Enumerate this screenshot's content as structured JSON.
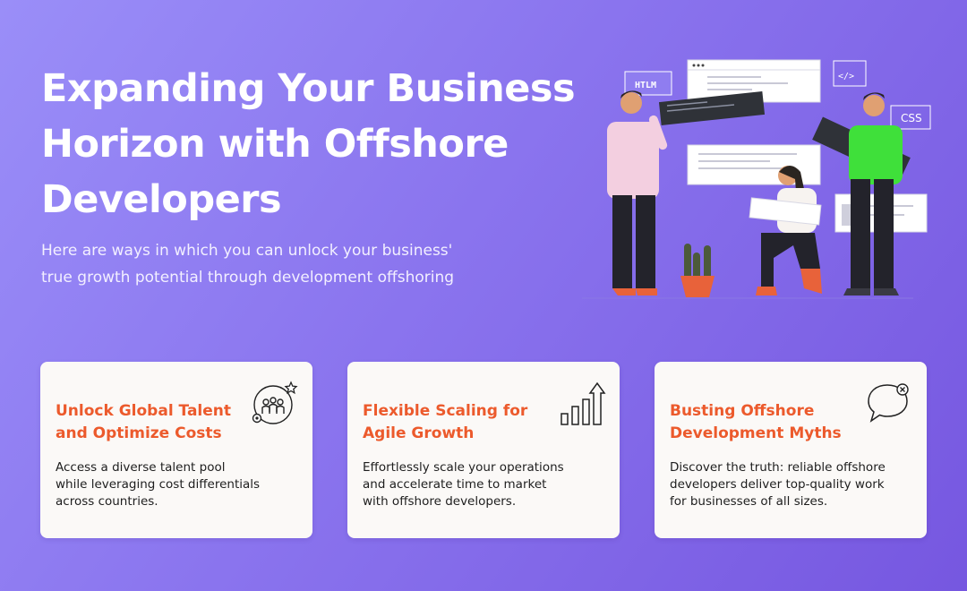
{
  "hero": {
    "title_lines": [
      "Expanding Your Business",
      "Horizon with Offshore",
      "Developers"
    ],
    "subtitle_lines": [
      "Here are ways in which you can unlock your business'",
      "true growth potential through development offshoring"
    ]
  },
  "illustration": {
    "htlm_label": "HTLM",
    "css_label": "CSS",
    "code_label": "</>"
  },
  "cards": [
    {
      "title_lines": [
        "Unlock Global Talent",
        "and Optimize Costs"
      ],
      "text_lines": [
        "Access a diverse talent pool",
        "while leveraging cost differentials",
        "across countries."
      ],
      "icon": "global-team-icon"
    },
    {
      "title_lines": [
        "Flexible Scaling for",
        "Agile Growth"
      ],
      "text_lines": [
        "Effortlessly scale your operations",
        "and accelerate time to market",
        "with offshore developers."
      ],
      "icon": "growth-chart-icon"
    },
    {
      "title_lines": [
        "Busting Offshore",
        "Development Myths"
      ],
      "text_lines": [
        "Discover the truth: reliable offshore",
        "developers deliver top-quality work",
        "for businesses of all sizes."
      ],
      "icon": "speech-bubble-x-icon"
    }
  ],
  "colors": {
    "background_start": "#9a8ef8",
    "background_end": "#7657e0",
    "accent": "#ec5a2c",
    "card_background": "#fbf9f7"
  }
}
